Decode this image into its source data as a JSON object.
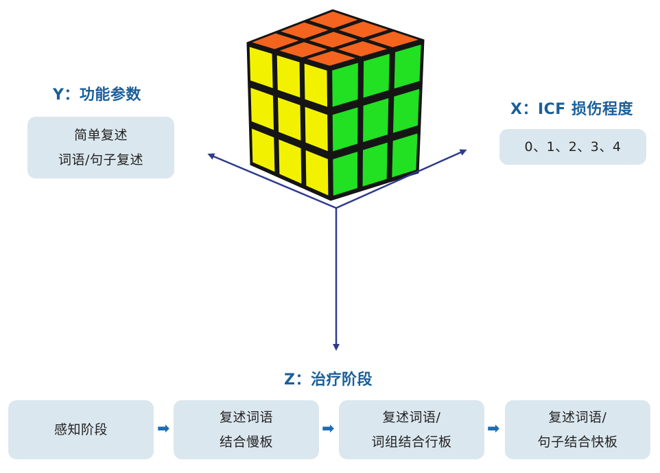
{
  "y_axis": {
    "title": "Y：功能参数",
    "items": [
      "简单复述",
      "词语/句子复述"
    ]
  },
  "x_axis": {
    "title": "X：ICF 损伤程度",
    "items": [
      "0、1、2、3、4"
    ]
  },
  "z_axis": {
    "title": "Z：治疗阶段",
    "stages": [
      {
        "lines": [
          "感知阶段"
        ]
      },
      {
        "lines": [
          "复述词语",
          "结合慢板"
        ]
      },
      {
        "lines": [
          "复述词语/",
          "词组结合行板"
        ]
      },
      {
        "lines": [
          "复述词语/",
          "句子结合快板"
        ]
      }
    ]
  },
  "colors": {
    "accent": "#1a5f99",
    "box_bg": "#dbe7ee",
    "axis": "#2e3a8c",
    "cube_top": "#f4641e",
    "cube_left": "#f2f200",
    "cube_right": "#22e022"
  }
}
